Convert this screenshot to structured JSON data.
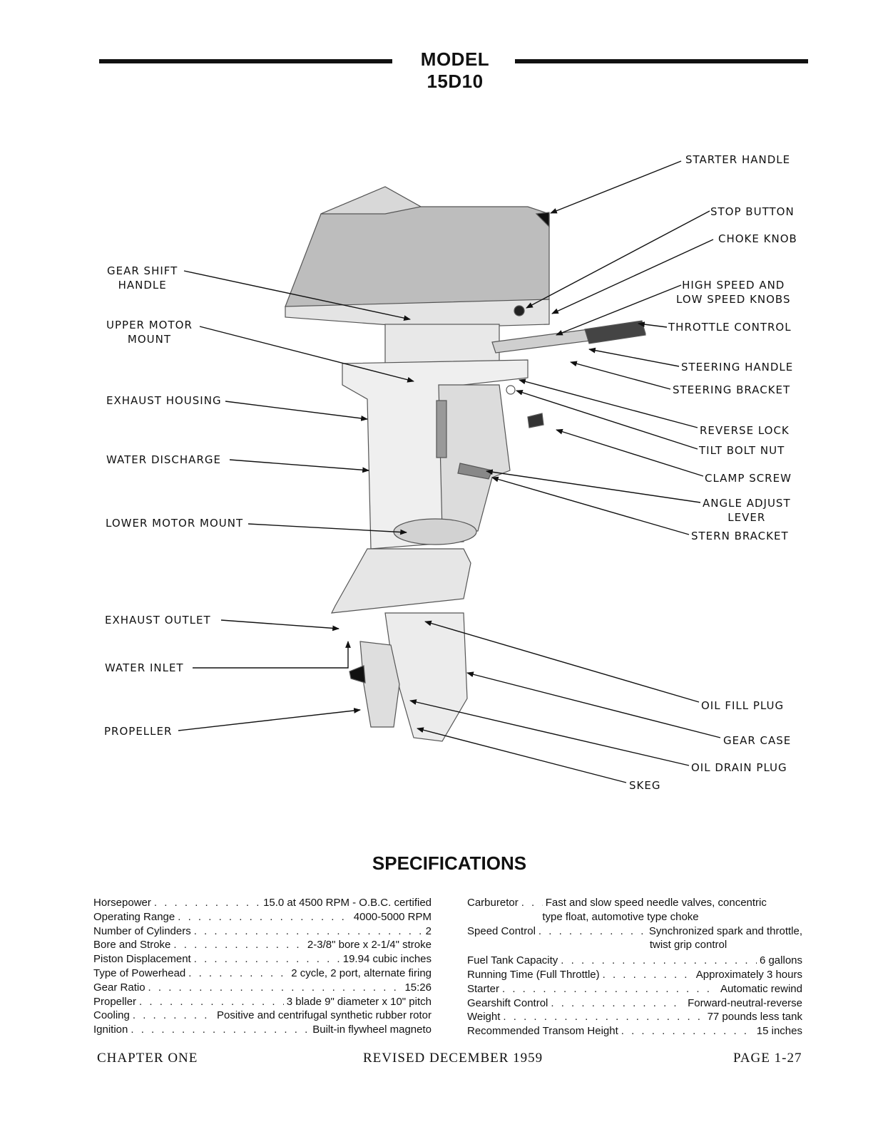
{
  "header": {
    "title": "MODEL 15D10"
  },
  "labels": {
    "starter_handle": "STARTER HANDLE",
    "stop_button": "STOP BUTTON",
    "choke_knob": "CHOKE KNOB",
    "high_low_speed_knobs": "HIGH SPEED AND\nLOW SPEED KNOBS",
    "throttle_control": "THROTTLE CONTROL",
    "steering_handle": "STEERING HANDLE",
    "steering_bracket": "STEERING BRACKET",
    "reverse_lock": "REVERSE LOCK",
    "tilt_bolt_nut": "TILT BOLT NUT",
    "clamp_screw": "CLAMP SCREW",
    "angle_adjust_lever": "ANGLE ADJUST\nLEVER",
    "stern_bracket": "STERN BRACKET",
    "gear_shift_handle": "GEAR SHIFT\nHANDLE",
    "upper_motor_mount": "UPPER MOTOR\nMOUNT",
    "exhaust_housing": "EXHAUST HOUSING",
    "water_discharge": "WATER DISCHARGE",
    "lower_motor_mount": "LOWER MOTOR MOUNT",
    "exhaust_outlet": "EXHAUST OUTLET",
    "water_inlet": "WATER INLET",
    "propeller": "PROPELLER",
    "oil_fill_plug": "OIL FILL PLUG",
    "gear_case": "GEAR CASE",
    "oil_drain_plug": "OIL DRAIN PLUG",
    "skeg": "SKEG"
  },
  "specifications": {
    "title": "SPECIFICATIONS",
    "left": [
      {
        "label": "Horsepower",
        "value": "15.0 at 4500 RPM - O.B.C. certified"
      },
      {
        "label": "Operating Range",
        "value": "4000-5000 RPM"
      },
      {
        "label": "Number of Cylinders",
        "value": "2"
      },
      {
        "label": "Bore and Stroke",
        "value": "2-3/8\" bore x 2-1/4\" stroke"
      },
      {
        "label": "Piston Displacement",
        "value": "19.94 cubic inches"
      },
      {
        "label": "Type of Powerhead",
        "value": "2 cycle, 2 port, alternate firing"
      },
      {
        "label": "Gear Ratio",
        "value": "15:26"
      },
      {
        "label": "Propeller",
        "value": "3 blade 9\" diameter x 10\" pitch"
      },
      {
        "label": "Cooling",
        "value": "Positive and centrifugal synthetic rubber rotor"
      },
      {
        "label": "Ignition",
        "value": "Built-in flywheel magneto"
      }
    ],
    "right": {
      "carburetor_label": "Carburetor",
      "carburetor_value": "Fast and slow speed needle valves, concentric",
      "carburetor_cont": "type float, automotive type choke",
      "speed_control_label": "Speed Control",
      "speed_control_value": "Synchronized spark and throttle,",
      "speed_control_cont": "twist grip control",
      "rows": [
        {
          "label": "Fuel Tank Capacity",
          "value": "6 gallons"
        },
        {
          "label": "Running Time (Full Throttle)",
          "value": "Approximately 3 hours"
        },
        {
          "label": "Starter",
          "value": "Automatic rewind"
        },
        {
          "label": "Gearshift Control",
          "value": "Forward-neutral-reverse"
        },
        {
          "label": "Weight",
          "value": "77 pounds less tank"
        },
        {
          "label": "Recommended Transom Height",
          "value": "15 inches"
        }
      ]
    }
  },
  "footer": {
    "chapter": "CHAPTER ONE",
    "revised": "REVISED DECEMBER 1959",
    "page": "PAGE 1-27"
  }
}
